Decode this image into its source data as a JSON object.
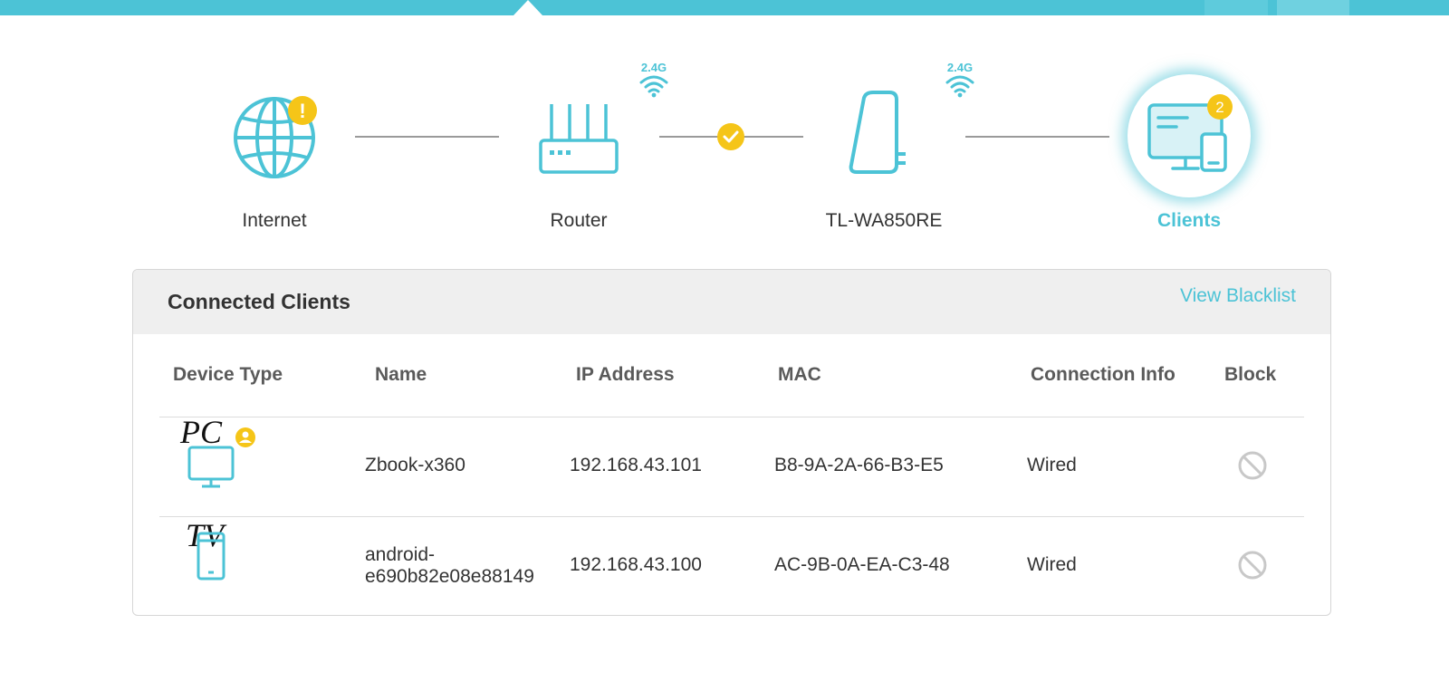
{
  "topology": {
    "nodes": [
      {
        "label": "Internet",
        "icon": "globe-icon",
        "badge": "!"
      },
      {
        "label": "Router",
        "icon": "router-icon",
        "wifi_band": "2.4G"
      },
      {
        "label": "TL-WA850RE",
        "icon": "extender-icon",
        "wifi_band": "2.4G"
      },
      {
        "label": "Clients",
        "icon": "clients-icon",
        "badge_count": "2"
      }
    ]
  },
  "clients_panel": {
    "title": "Connected Clients",
    "view_blacklist": "View Blacklist",
    "columns": [
      "Device Type",
      "Name",
      "IP Address",
      "MAC",
      "Connection Info",
      "Block"
    ],
    "rows": [
      {
        "device_tag": "PC",
        "device_icon": "monitor-icon",
        "name": "Zbook-x360",
        "ip": "192.168.43.101",
        "mac": "B8-9A-2A-66-B3-E5",
        "connection": "Wired"
      },
      {
        "device_tag": "TV",
        "device_icon": "phone-icon",
        "name_line1": "android-",
        "name_line2": "e690b82e08e88149",
        "ip": "192.168.43.100",
        "mac": "AC-9B-0A-EA-C3-48",
        "connection": "Wired"
      }
    ]
  },
  "colors": {
    "accent": "#4cc3d6",
    "warning": "#f5c518",
    "header_bg": "#efefef"
  }
}
